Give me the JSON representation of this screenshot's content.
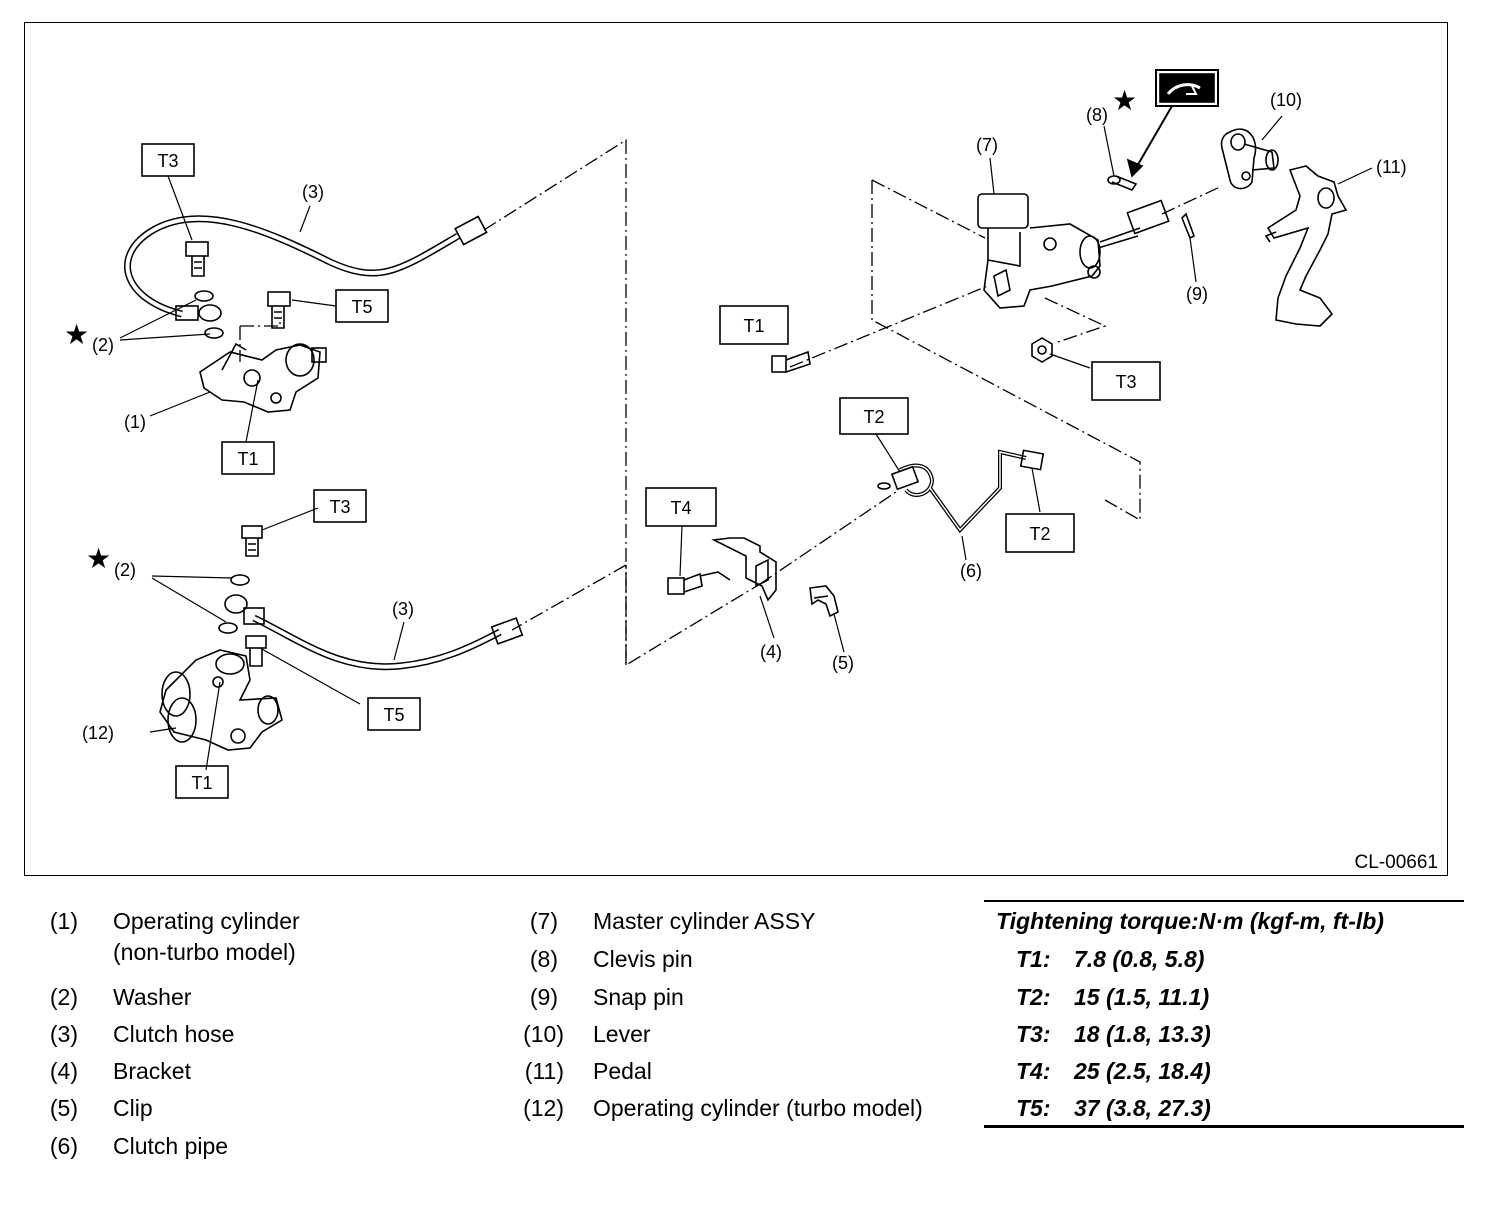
{
  "diagram": {
    "figure_code": "CL-00661",
    "callouts": {
      "c1": "(1)",
      "c2a": "(2)",
      "c2b": "(2)",
      "c3a": "(3)",
      "c3b": "(3)",
      "c4": "(4)",
      "c5": "(5)",
      "c6": "(6)",
      "c7": "(7)",
      "c8": "(8)",
      "c9": "(9)",
      "c10": "(10)",
      "c11": "(11)",
      "c12": "(12)"
    },
    "torque_tags": {
      "t3_top": "T3",
      "t5_top": "T5",
      "t1_left": "T1",
      "t3_mid": "T3",
      "t5_bottom": "T5",
      "t1_bottom": "T1",
      "t4": "T4",
      "t2_upper": "T2",
      "t2_lower": "T2",
      "t1_master": "T1",
      "t3_master": "T3"
    },
    "star_glyph": "★"
  },
  "legend": {
    "items": [
      {
        "num": "(1)",
        "lines": [
          "Operating cylinder",
          "(non-turbo model)"
        ]
      },
      {
        "num": "(2)",
        "lines": [
          "Washer"
        ]
      },
      {
        "num": "(3)",
        "lines": [
          "Clutch hose"
        ]
      },
      {
        "num": "(4)",
        "lines": [
          "Bracket"
        ]
      },
      {
        "num": "(5)",
        "lines": [
          "Clip"
        ]
      },
      {
        "num": "(6)",
        "lines": [
          "Clutch pipe"
        ]
      },
      {
        "num": "(7)",
        "lines": [
          "Master cylinder ASSY"
        ]
      },
      {
        "num": "(8)",
        "lines": [
          "Clevis pin"
        ]
      },
      {
        "num": "(9)",
        "lines": [
          "Snap pin"
        ]
      },
      {
        "num": "(10)",
        "lines": [
          "Lever"
        ]
      },
      {
        "num": "(11)",
        "lines": [
          "Pedal"
        ]
      },
      {
        "num": "(12)",
        "lines": [
          "Operating cylinder (turbo model)"
        ]
      }
    ]
  },
  "torque": {
    "title": "Tightening torque:N·m (kgf-m, ft-lb)",
    "rows": [
      {
        "code": "T1:",
        "value": "7.8 (0.8, 5.8)"
      },
      {
        "code": "T2:",
        "value": "15 (1.5, 11.1)"
      },
      {
        "code": "T3:",
        "value": "18 (1.8, 13.3)"
      },
      {
        "code": "T4:",
        "value": "25 (2.5, 18.4)"
      },
      {
        "code": "T5:",
        "value": "37 (3.8, 27.3)"
      }
    ]
  }
}
